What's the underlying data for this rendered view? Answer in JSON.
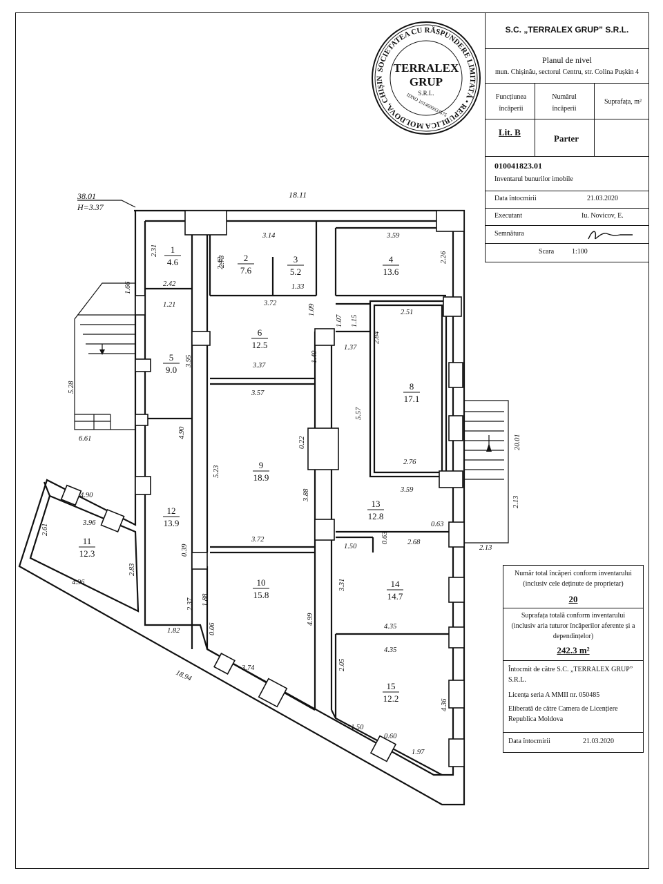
{
  "title_block": {
    "company": "S.C. „TERRALEX GRUP” S.R.L.",
    "plan_title": "Planul de nivel",
    "address": "mun. Chișinău, sectorul Centru, str. Colina Pușkin 4",
    "col_function": "Funcțiunea încăperii",
    "col_number": "Numărul încăperii",
    "col_area": "Suprafața, m²",
    "lit": "Lit. B",
    "level": "Parter",
    "cadastral_number": "010041823.01",
    "inventory_label": "Inventarul bunurilor imobile",
    "date_label": "Data întocmirii",
    "date_value": "21.03.2020",
    "executor_label": "Executant",
    "executor_value": "Iu. Novicov, E.",
    "signature_label": "Semnătura",
    "scale_label": "Scara",
    "scale_value": "1:100"
  },
  "stamp": {
    "ring_text": "SOCIETATEA CU RĂSPUNDERE LIMITATĂ • REPUBLICA MOLDOVA, CHIȘINĂU •",
    "name_line1": "TERRALEX",
    "name_line2": "GRUP",
    "name_line3": "S.R.L.",
    "idno": "IDNO 1014600033575"
  },
  "summary": {
    "rooms_label": "Număr total încăperi conform inventarului (inclusiv cele deținute de proprietar)",
    "rooms_value": "20",
    "area_label": "Suprafața totală conform inventarului (inclusiv aria tuturor încăperilor aferente și a dependințelor)",
    "area_value": "242.3 m²",
    "prepared_by": "Întocmit de către S.C. „TERRALEX GRUP” S.R.L.",
    "license": "Licența seria A MMII nr. 050485",
    "issued_by": "Eliberată de către Camera de Licențiere Republica Moldova",
    "date_label": "Data întocmirii",
    "date_value": "21.03.2020"
  },
  "header_dims": {
    "perimeter": "38.01",
    "height": "H=3.37",
    "top_length": "18.11"
  },
  "rooms": [
    {
      "n": "1",
      "area": "4.6"
    },
    {
      "n": "2",
      "area": "7.6"
    },
    {
      "n": "3",
      "area": "5.2"
    },
    {
      "n": "4",
      "area": "13.6"
    },
    {
      "n": "5",
      "area": "9.0"
    },
    {
      "n": "6",
      "area": "12.5"
    },
    {
      "n": "8",
      "area": "17.1"
    },
    {
      "n": "9",
      "area": "18.9"
    },
    {
      "n": "11",
      "area": "12.3"
    },
    {
      "n": "12",
      "area": "13.9"
    },
    {
      "n": "13",
      "area": "12.8"
    },
    {
      "n": "10",
      "area": "15.8"
    },
    {
      "n": "14",
      "area": "14.7"
    },
    {
      "n": "15",
      "area": "12.2"
    }
  ],
  "dims": [
    "3.14",
    "2.31",
    "2.42",
    "2.73",
    "3.59",
    "2.26",
    "2.42",
    "1.33",
    "1.21",
    "3.72",
    "1.66",
    "1.09",
    "1.07",
    "1.15",
    "2.51",
    "3.37",
    "1.37",
    "2.84",
    "3.95",
    "1.40",
    "3.57",
    "5.28",
    "6.61",
    "4.90",
    "0.22",
    "5.57",
    "20.01",
    "4.90",
    "3.96",
    "2.61",
    "5.23",
    "3.88",
    "2.76",
    "3.59",
    "2.13",
    "0.63",
    "3.72",
    "1.50",
    "0.63",
    "2.68",
    "2.13",
    "0.39",
    "2.83",
    "4.96",
    "3.31",
    "2.37",
    "1.88",
    "1.82",
    "0.06",
    "4.99",
    "4.35",
    "4.35",
    "2.05",
    "3.74",
    "18.94",
    "4.36",
    "1.50",
    "0.60",
    "1.97"
  ]
}
